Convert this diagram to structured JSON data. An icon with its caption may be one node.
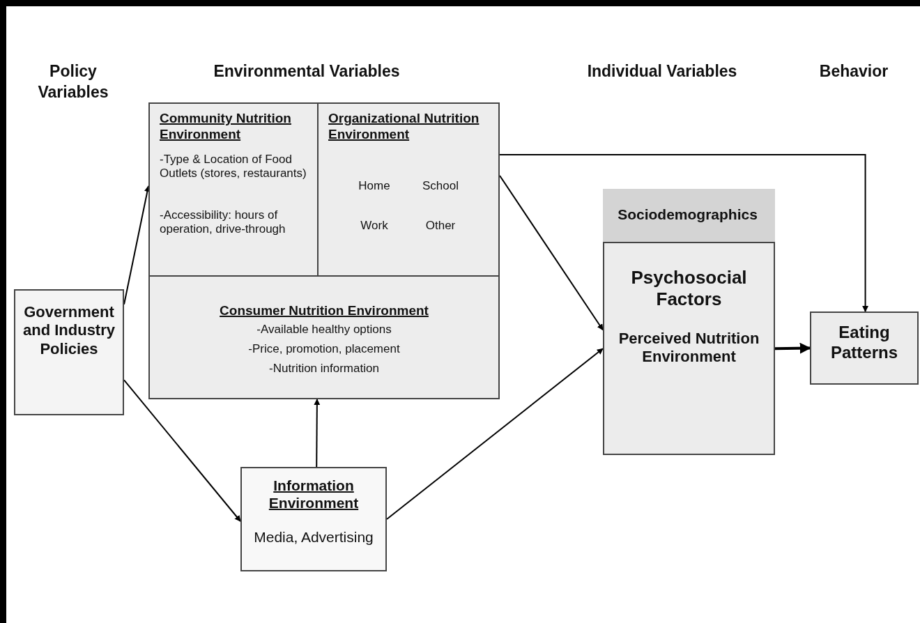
{
  "diagram": {
    "nodes": [
      {
        "text": [
          "Government and Industry Policies"
        ]
      },
      {
        "text": [
          "Community Nutrition Environment",
          "-Type & Location of Food Outlets (stores, restaurants)",
          "-Accessibility: hours of operation, drive-through"
        ]
      },
      {
        "text": [
          "Organizational Nutrition Environment",
          "Home",
          "School",
          "Work",
          "Other"
        ]
      },
      {
        "text": [
          "Consumer Nutrition Environment",
          "-Available healthy options",
          "-Price, promotion, placement",
          "-Nutrition information"
        ]
      },
      {
        "text": [
          "Information Environment",
          "Media, Advertising"
        ]
      },
      {
        "text": [
          "Psychosocial Factors",
          "Perceived Nutrition Environment"
        ]
      },
      {
        "text": [
          "Sociodemographics"
        ],
        "in": 5
      },
      {
        "text": [
          "Eating Patterns"
        ]
      }
    ],
    "edges": [
      {
        "from": 0,
        "to": 1,
        "arrow": "to"
      },
      {
        "from": 0,
        "to": 4,
        "arrow": "to"
      },
      {
        "from": 4,
        "to": 3,
        "arrow": "to"
      },
      {
        "from": 4,
        "to": 5,
        "arrow": "to"
      },
      {
        "from": 2,
        "to": 5,
        "arrow": "to"
      },
      {
        "from": 2,
        "to": 7,
        "arrow": "to"
      },
      {
        "from": 5,
        "to": 7,
        "arrow": "to",
        "style": "thick"
      }
    ],
    "labels": [
      "Policy Variables",
      "Environmental Variables",
      "Individual Variables",
      "Behavior"
    ]
  }
}
